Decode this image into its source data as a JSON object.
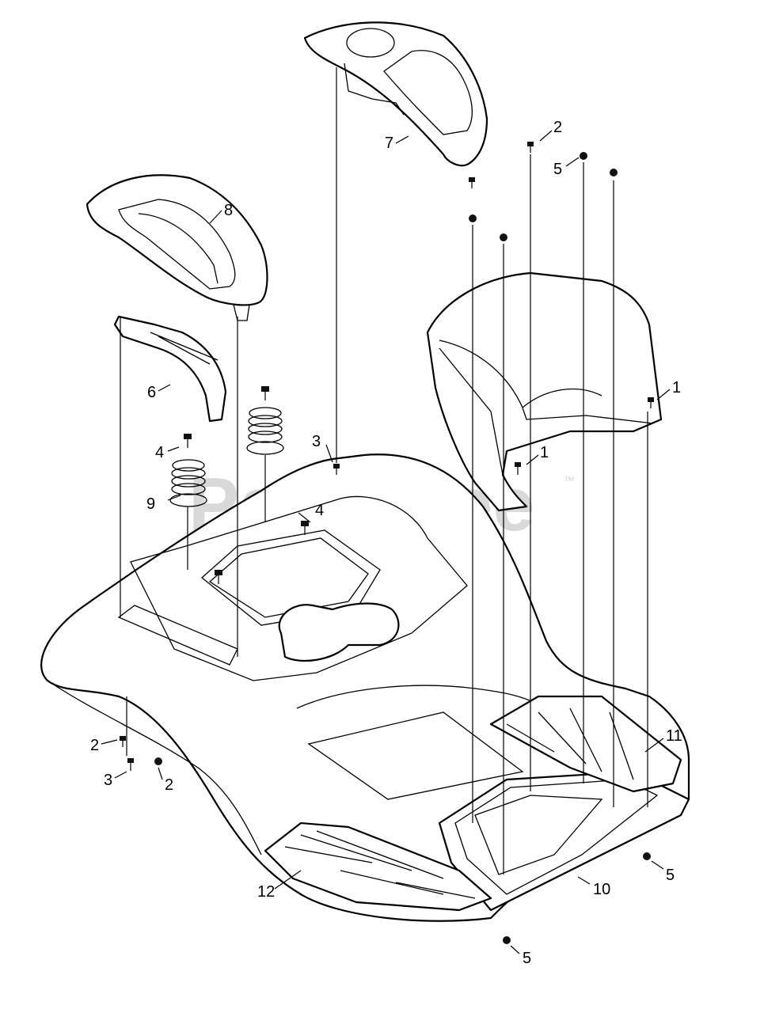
{
  "watermark": {
    "text": "PartsTree",
    "tm": "™"
  },
  "callouts": {
    "c1a": "1",
    "c1b": "1",
    "c2a": "2",
    "c2b": "2",
    "c2c": "2",
    "c3a": "3",
    "c3b": "3",
    "c4a": "4",
    "c4b": "4",
    "c5a": "5",
    "c5b": "5",
    "c5c": "5",
    "c6": "6",
    "c7": "7",
    "c8": "8",
    "c9": "9",
    "c10": "10",
    "c11": "11",
    "c12": "12"
  },
  "icons": [
    "bolt-icon",
    "nut-icon",
    "spring-icon"
  ]
}
